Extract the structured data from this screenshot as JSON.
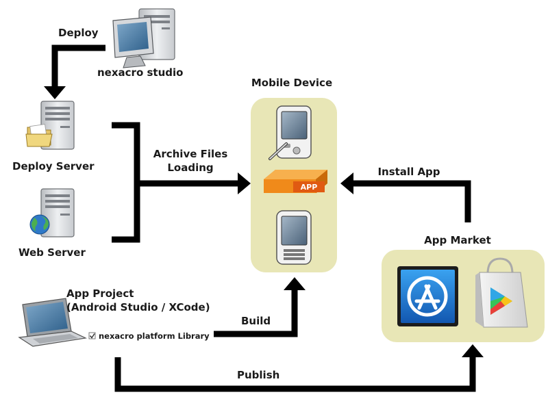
{
  "labels": {
    "deploy": "Deploy",
    "studio": "nexacro studio",
    "deploy_server": "Deploy Server",
    "web_server": "Web Server",
    "archive_line1": "Archive Files",
    "archive_line2": "Loading",
    "mobile_device": "Mobile Device",
    "app_badge": "APP",
    "install_app": "Install App",
    "app_market": "App Market",
    "project_line1": "App Project",
    "project_line2": "(Android Studio / XCode)",
    "library": "nexacro platform Library",
    "build": "Build",
    "publish": "Publish"
  },
  "colors": {
    "panel_fill": "#e8e6b6",
    "arrow": "#000000",
    "app_orange": "#f08a1a",
    "appstore_blue": "#1e7fd8"
  }
}
